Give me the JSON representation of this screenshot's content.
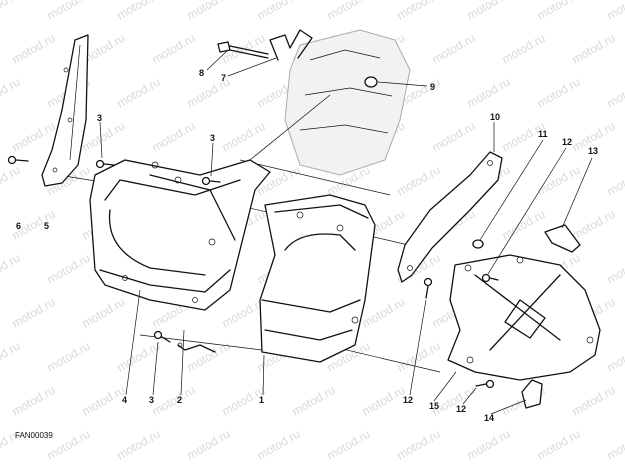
{
  "watermark": "motod.ru",
  "drawing_code": "FAN00039",
  "callouts": {
    "c1": "1",
    "c2": "2",
    "c3a": "3",
    "c3b": "3",
    "c3c": "3",
    "c4": "4",
    "c5": "5",
    "c6": "6",
    "c7": "7",
    "c8": "8",
    "c9": "9",
    "c10": "10",
    "c11": "11",
    "c12a": "12",
    "c12b": "12",
    "c12c": "12",
    "c13": "13",
    "c14": "14",
    "c15": "15"
  }
}
